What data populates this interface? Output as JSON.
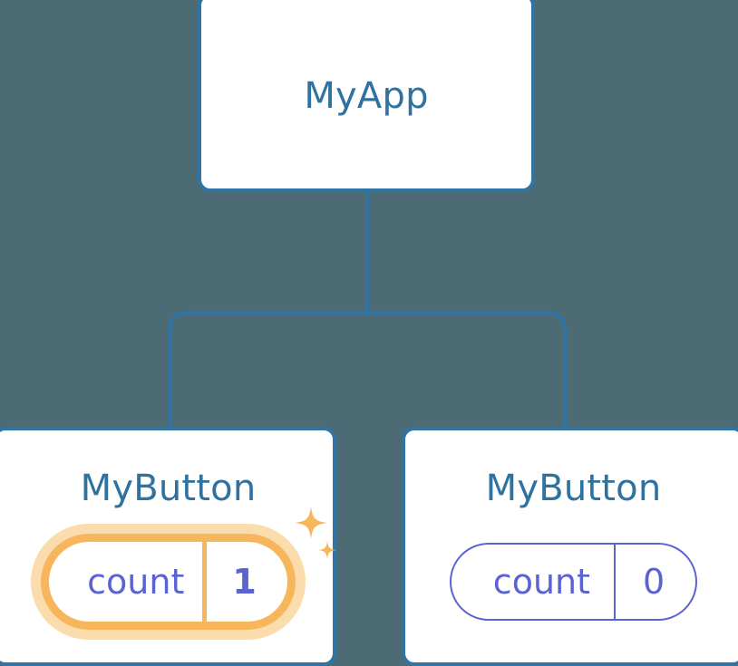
{
  "diagram": {
    "type": "component-tree",
    "background_color": "#4d6b74",
    "accent_border_color": "#2f74a4",
    "title_text_color": "#30729f",
    "state_color": "#5b63d3",
    "highlight_color": "#f7b65c",
    "highlight_glow_color": "#fbdcac",
    "connector_color": "#2f74a4",
    "root": {
      "title": "MyApp"
    },
    "children": [
      {
        "title": "MyButton",
        "state": {
          "key": "count",
          "value": "1"
        },
        "highlighted": true,
        "sparkle_icon": "sparkles-icon"
      },
      {
        "title": "MyButton",
        "state": {
          "key": "count",
          "value": "0"
        },
        "highlighted": false
      }
    ]
  }
}
